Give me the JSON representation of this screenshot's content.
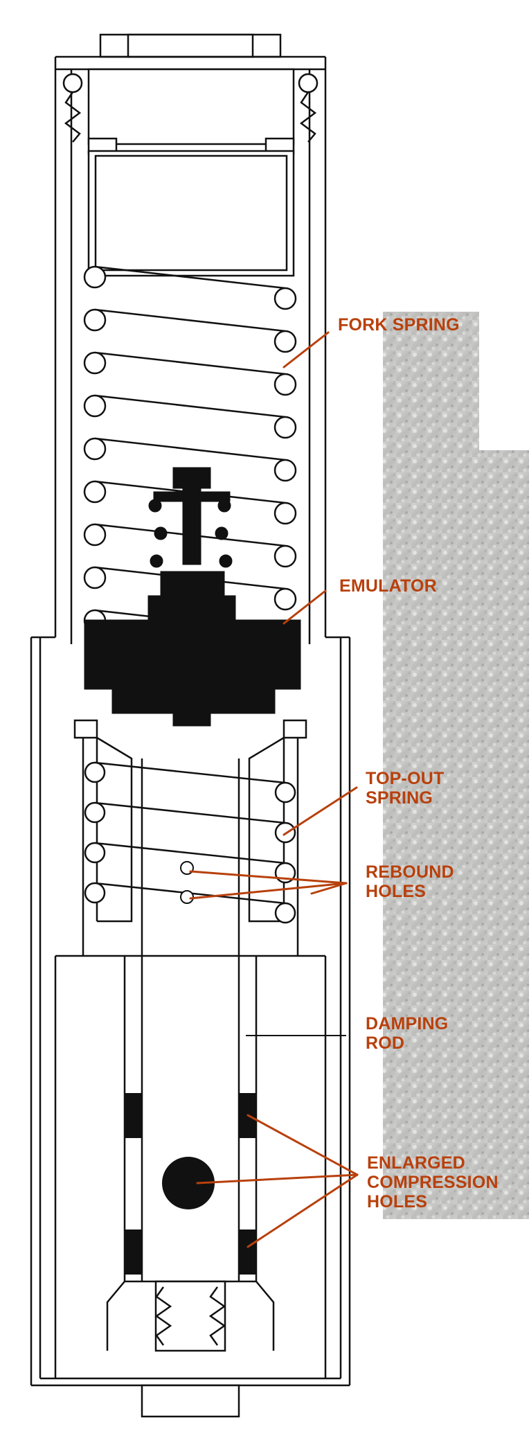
{
  "labels": {
    "fork_spring": "FORK SPRING",
    "emulator": "EMULATOR",
    "top_out_spring_1": "TOP-OUT",
    "top_out_spring_2": "SPRING",
    "rebound_holes_1": "REBOUND",
    "rebound_holes_2": "HOLES",
    "damping_rod_1": "DAMPING",
    "damping_rod_2": "ROD",
    "enlarged_compression_holes_1": "ENLARGED",
    "enlarged_compression_holes_2": "COMPRESSION",
    "enlarged_compression_holes_3": "HOLES"
  },
  "colors": {
    "label": "#b8400c",
    "line": "#111111",
    "fill_dark": "#111111",
    "background_texture": "#c9c9c7"
  }
}
